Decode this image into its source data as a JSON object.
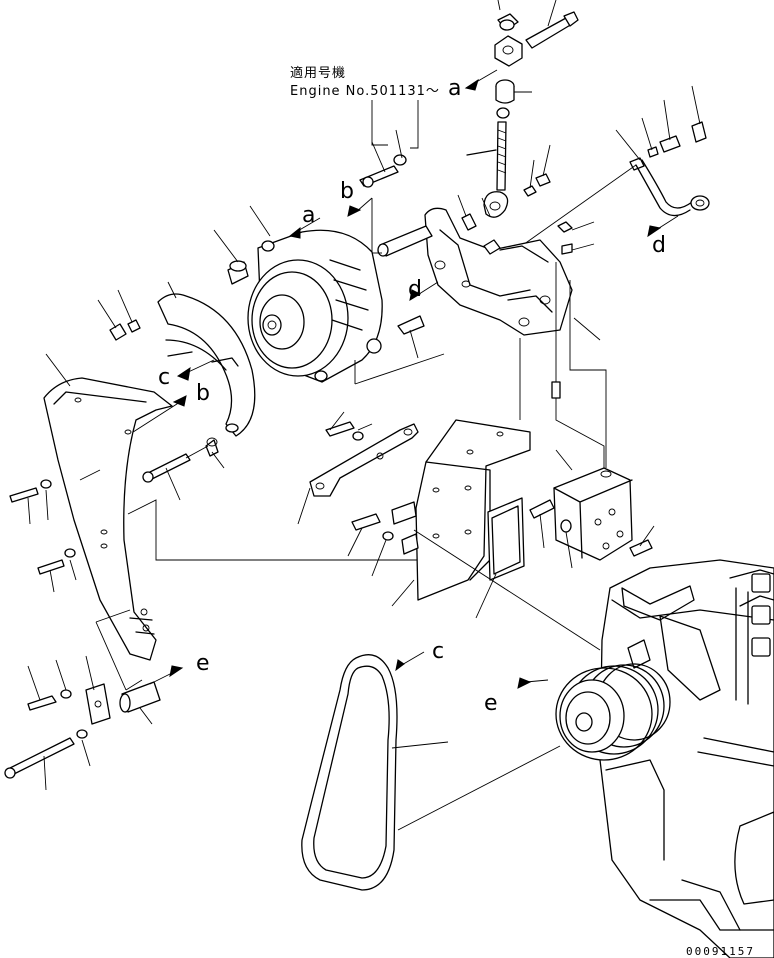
{
  "diagram": {
    "applicability_note": {
      "line1": "適用号機",
      "line2": "Engine No.501131～"
    },
    "reference_letters": [
      "a",
      "b",
      "c",
      "d",
      "e"
    ],
    "drawing_number": "00091157"
  }
}
